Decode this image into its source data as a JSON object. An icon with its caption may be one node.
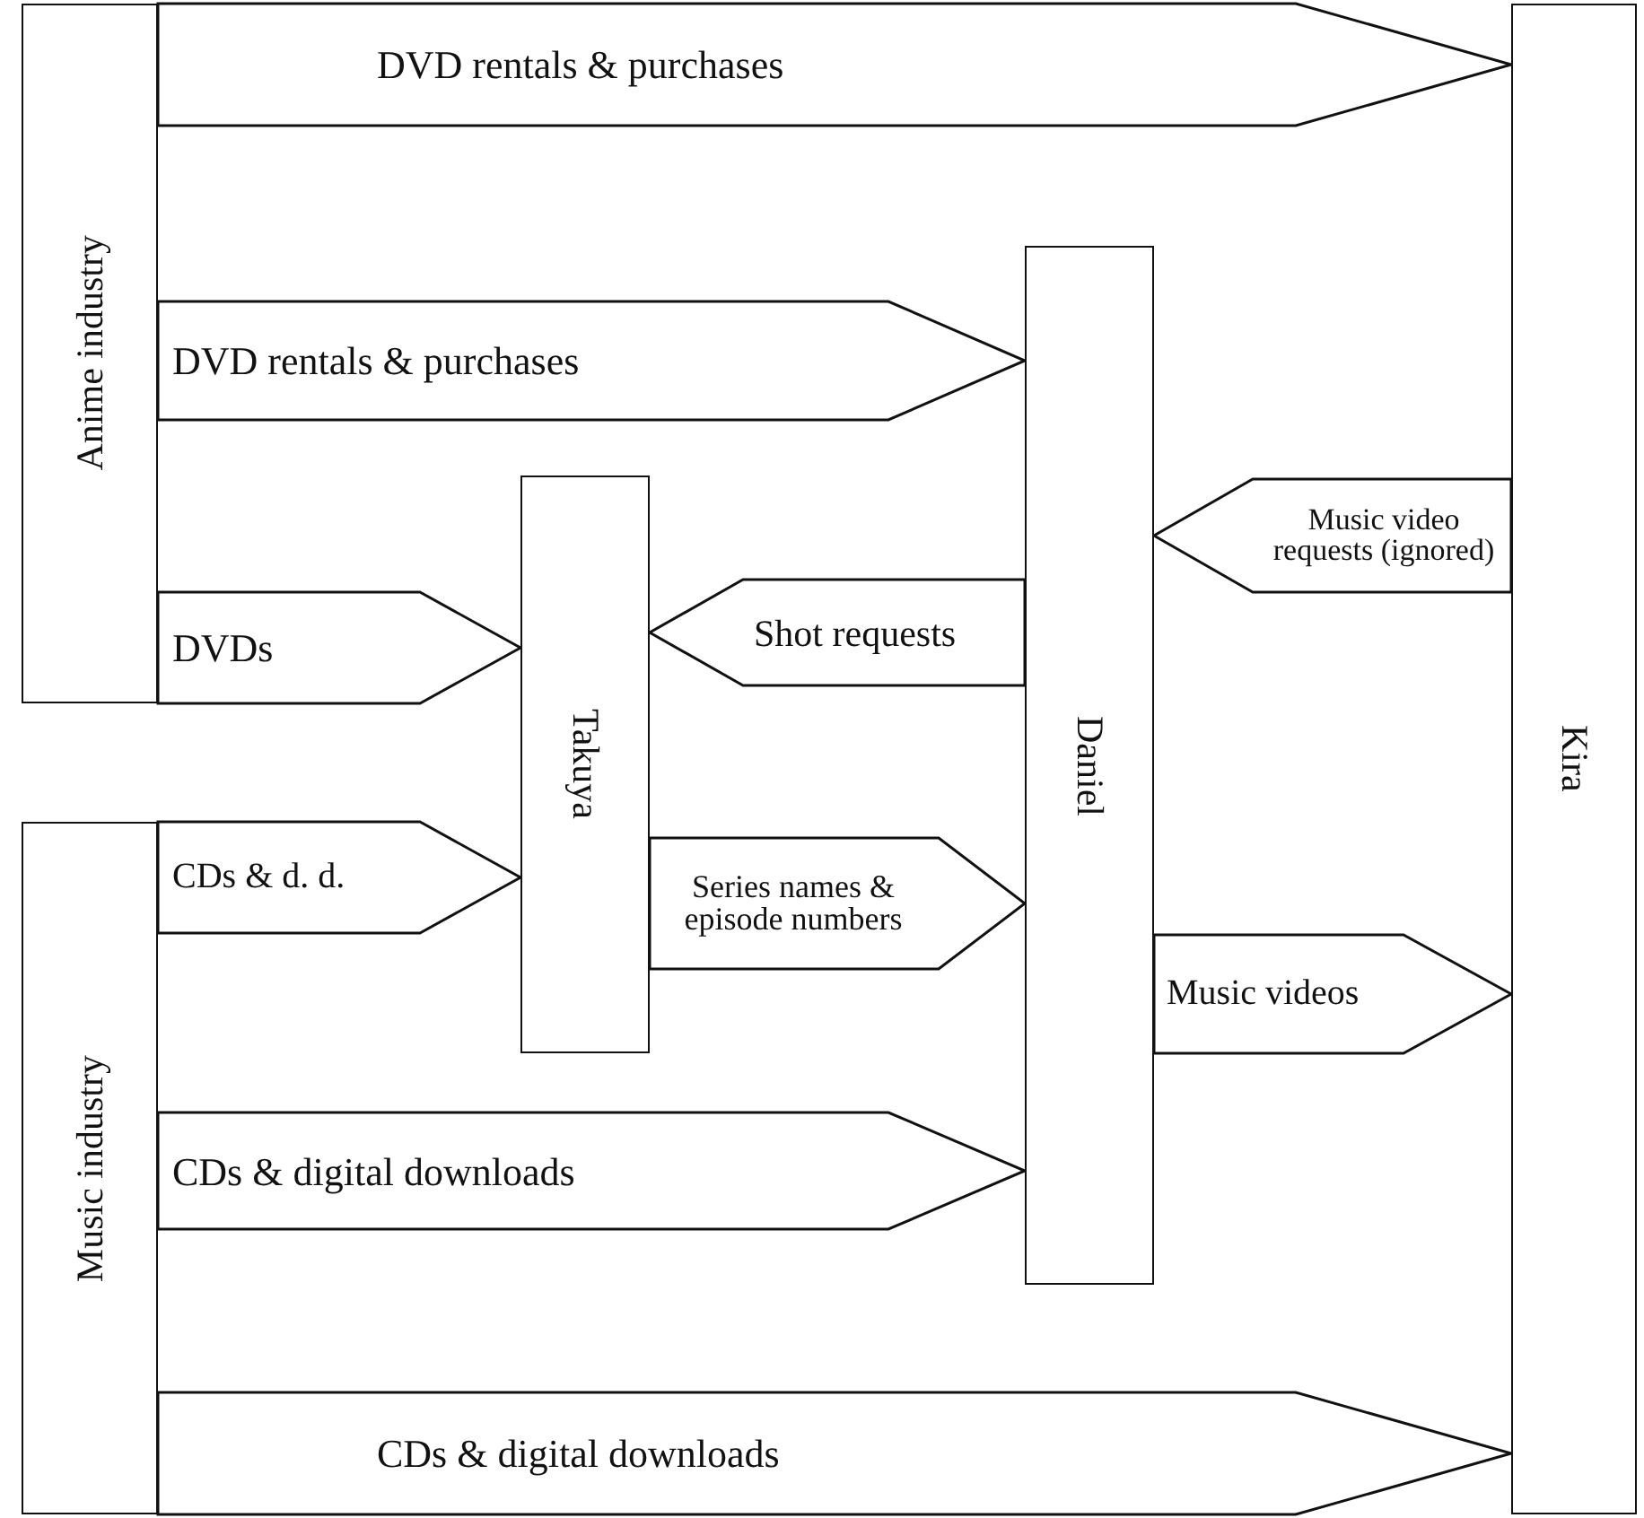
{
  "diagram": {
    "nodes": [
      {
        "text": [
          "Anime industry"
        ]
      },
      {
        "text": [
          "Music industry"
        ]
      },
      {
        "text": [
          "Takuya"
        ]
      },
      {
        "text": [
          "Daniel"
        ]
      },
      {
        "text": [
          "Kira"
        ]
      }
    ],
    "edges": [
      {
        "from": 0,
        "to": 4,
        "arrow": "to",
        "label": "DVD rentals & purchases"
      },
      {
        "from": 0,
        "to": 3,
        "arrow": "to",
        "label": "DVD rentals & purchases"
      },
      {
        "from": 0,
        "to": 2,
        "arrow": "to",
        "label": "DVDs"
      },
      {
        "from": 3,
        "to": 2,
        "arrow": "to",
        "label": "Shot requests"
      },
      {
        "from": 4,
        "to": 3,
        "arrow": "to",
        "label": "Music video requests (ignored)"
      },
      {
        "from": 1,
        "to": 2,
        "arrow": "to",
        "label": "CDs & d. d."
      },
      {
        "from": 2,
        "to": 3,
        "arrow": "to",
        "label": "Series names & episode numbers"
      },
      {
        "from": 3,
        "to": 4,
        "arrow": "to",
        "label": "Music videos"
      },
      {
        "from": 1,
        "to": 3,
        "arrow": "to",
        "label": "CDs & digital downloads"
      },
      {
        "from": 1,
        "to": 4,
        "arrow": "to",
        "label": "CDs & digital downloads"
      }
    ]
  }
}
